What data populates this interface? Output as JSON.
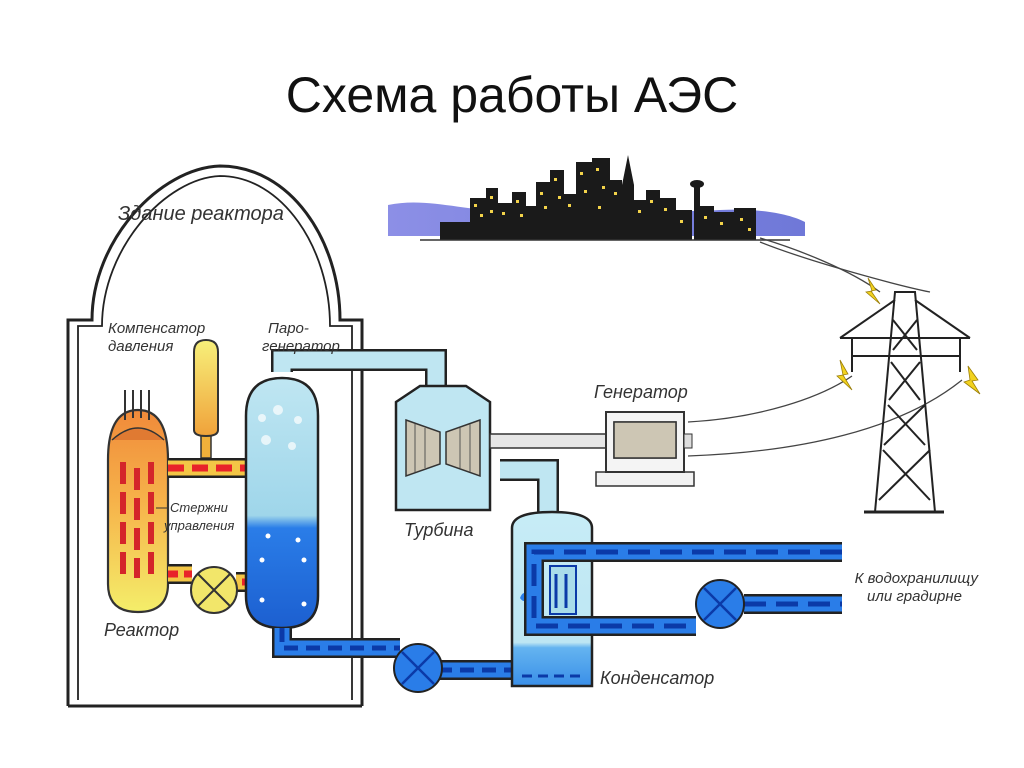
{
  "slide": {
    "title": "Схема работы АЭС"
  },
  "labels": {
    "reactor_building": "Здание реактора",
    "pressurizer_line1": "Компенсатор",
    "pressurizer_line2": "давления",
    "steam_gen_line1": "Паро-",
    "steam_gen_line2": "генератор",
    "control_rods_line1": "Стержни",
    "control_rods_line2": "управления",
    "reactor": "Реактор",
    "turbine": "Турбина",
    "generator": "Генератор",
    "condenser": "Конденсатор",
    "reservoir_line1": "К водохранилищу",
    "reservoir_line2": "или градирне"
  },
  "colors": {
    "primary_loop": "#e8232a",
    "secondary_water": "#1a6fe0",
    "steam": "#a9dcea",
    "reactor_vessel": "#f4e04d",
    "core": "#e8883a",
    "generator_body": "#cdc6b4"
  },
  "icons": [
    "city-skyline-icon",
    "power-pylon-icon",
    "pump-icon",
    "turbine-blades-icon",
    "lightning-icon"
  ]
}
